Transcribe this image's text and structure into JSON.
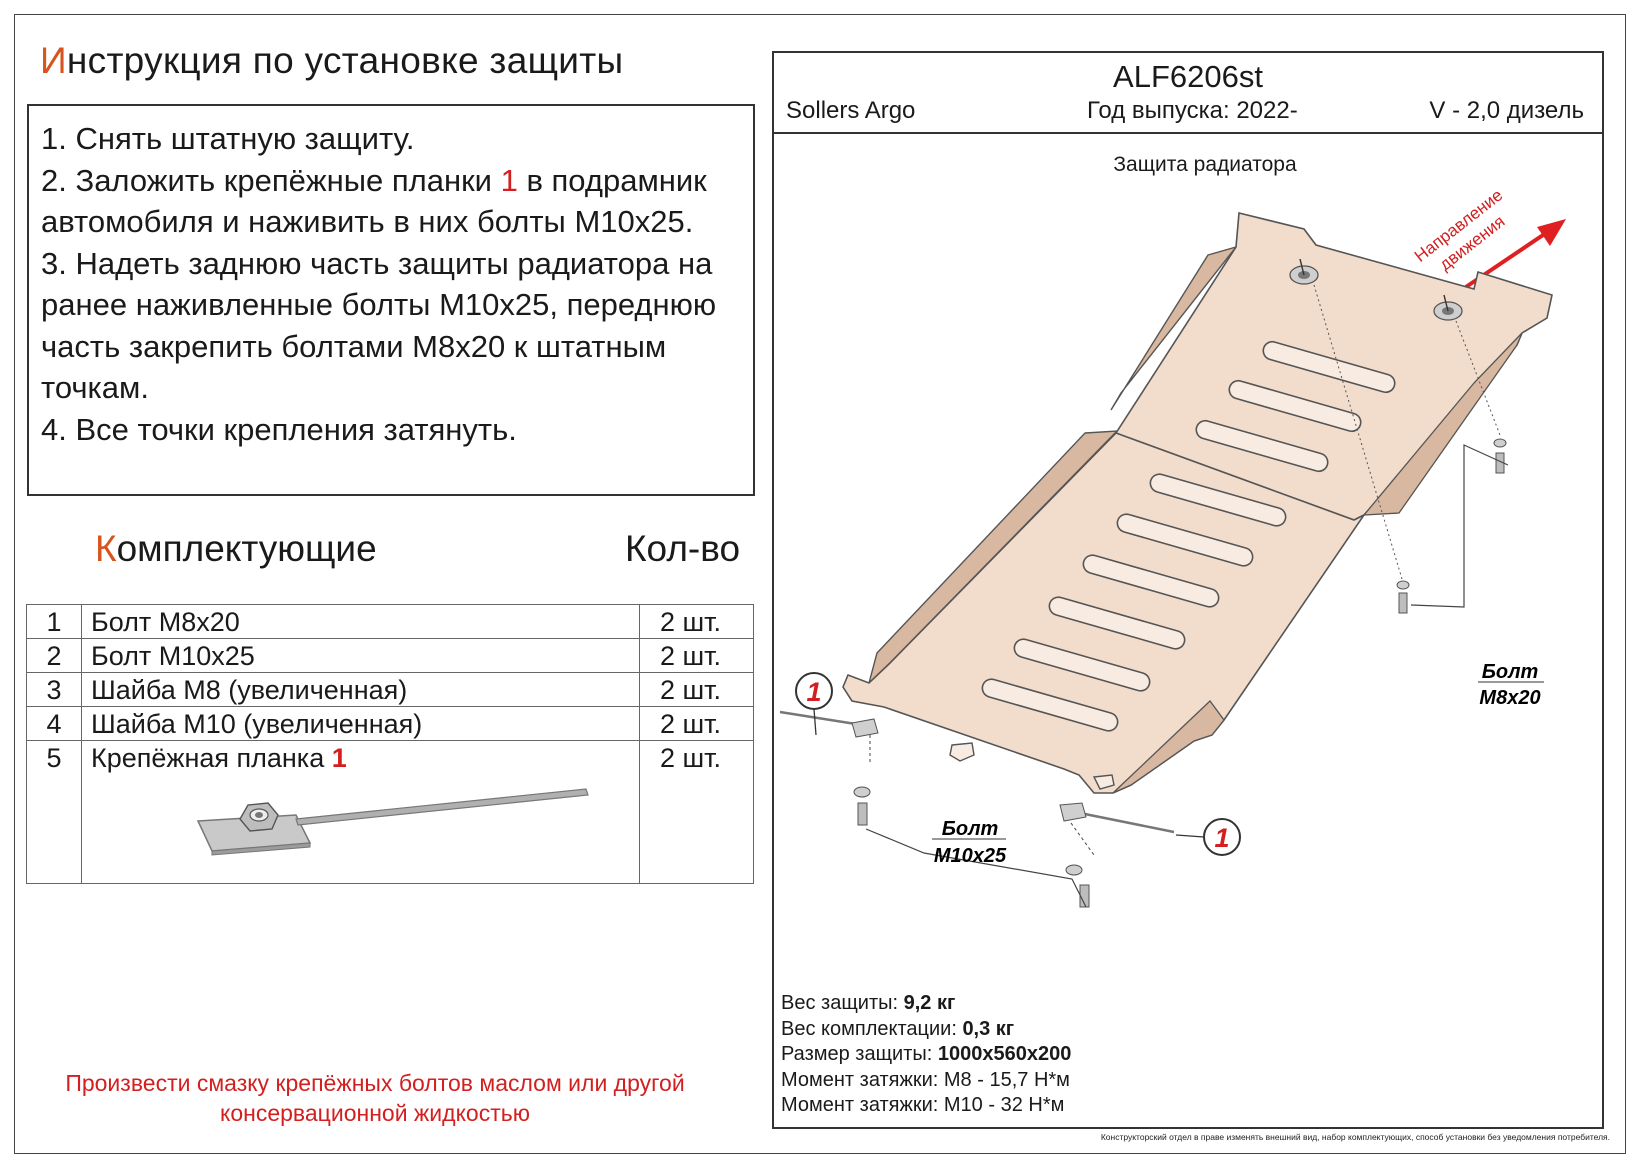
{
  "title": {
    "first": "И",
    "rest": "нструкция по установке защиты"
  },
  "instructions": {
    "step1": "1. Снять штатную защиту.",
    "step2_pre": "2. Заложить крепёжные планки ",
    "step2_num": "1",
    "step2_post": " в подрамник автомобиля и наживить в них болты М10х25.",
    "step3": "3. Надеть заднюю часть защиты радиатора на ранее наживленные болты М10х25, переднюю часть закрепить болтами М8х20 к штатным точкам.",
    "step4": "4. Все точки крепления затянуть."
  },
  "components": {
    "title_first": "К",
    "title_rest": "омплектующие",
    "qty_title": "Кол-во",
    "rows": [
      {
        "num": "1",
        "name": "Болт М8х20",
        "qty": "2 шт."
      },
      {
        "num": "2",
        "name": "Болт М10х25",
        "qty": "2 шт."
      },
      {
        "num": "3",
        "name": "Шайба М8 (увеличенная)",
        "qty": "2 шт."
      },
      {
        "num": "4",
        "name": "Шайба М10 (увеличенная)",
        "qty": "2 шт."
      },
      {
        "num": "5",
        "name": "Крепёжная планка ",
        "name_mark": "1",
        "qty": "2 шт."
      }
    ]
  },
  "note": "Произвести смазку крепёжных болтов маслом или другой консервационной жидкостью",
  "panel": {
    "code": "ALF6206st",
    "model": "Sollers Argo",
    "year": "Год выпуска: 2022-",
    "engine": "V - 2,0 дизель",
    "subtitle": "Защита радиатора",
    "direction_line1": "Направление",
    "direction_line2": "движения",
    "callout_1": "1",
    "bolt_m8_label1": "Болт",
    "bolt_m8_label2": "M8x20",
    "bolt_m10_label1": "Болт",
    "bolt_m10_label2": "M10x25"
  },
  "specs": [
    {
      "label": "Вес защиты: ",
      "value": "9,2 кг"
    },
    {
      "label": "Вес комплектации: ",
      "value": "0,3 кг"
    },
    {
      "label": "Размер защиты: ",
      "value": "1000х560х200"
    },
    {
      "label": "Момент затяжки: М8 - 15,7 Н*м",
      "value": ""
    },
    {
      "label": "Момент затяжки: М10 - 32 Н*м",
      "value": ""
    }
  ],
  "disclaimer": "Конструкторский отдел в праве изменять внешний вид, набор комплектующих, способ установки без уведомления потребителя.",
  "colors": {
    "accent_orange": "#d8541e",
    "accent_red": "#d31f1f",
    "plate_fill": "#f2dccb",
    "arrow_red": "#e02020"
  }
}
